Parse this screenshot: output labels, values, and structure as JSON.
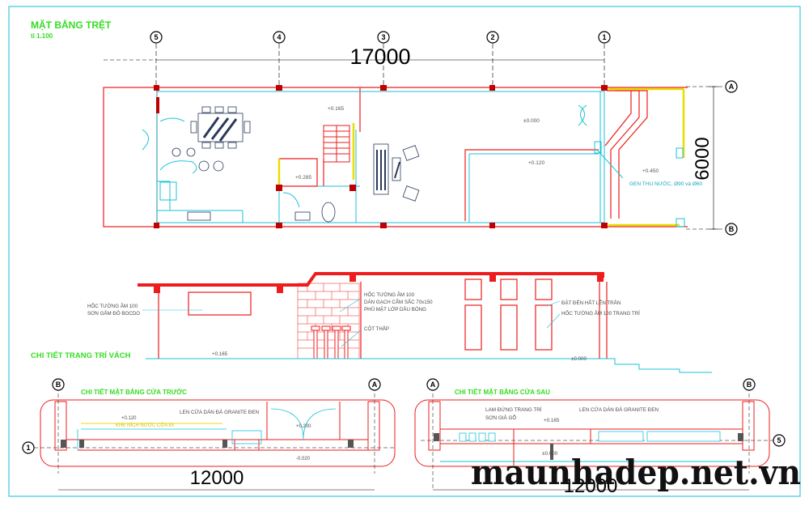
{
  "plan": {
    "title": "MẶT BẰNG TRỆT",
    "scale": "tỉ 1.100",
    "overall_length": "17000",
    "overall_width": "6000",
    "axes_numbers": [
      "5",
      "4",
      "3",
      "2",
      "1"
    ],
    "axes_letters": [
      "A",
      "B"
    ],
    "levels": [
      "+0.165",
      "±0.000",
      "+0.285",
      "+0.120",
      "+0.450"
    ],
    "note_drain": "GEN THU NƯỚC, Ø90 và Ø60"
  },
  "wall_detail": {
    "title": "CHI TIẾT TRANG TRÍ VÁCH",
    "note_niche_left": [
      "HỐC TƯỜNG ÂM 100",
      "SƠN GẤM ĐỎ BOCDO"
    ],
    "note_center": [
      "HỐC TƯỜNG ÂM 100",
      "DÁN GẠCH CẨM SẮC 70x150",
      "PHỦ MẶT LỚP DẦU BÓNG"
    ],
    "note_column": "CỘT THẤP",
    "note_light": "ĐẶT ĐÈN HẮT LÊN TRẦN",
    "note_niche_right": "HỐC TƯỜNG ÂM 100 TRANG TRÍ",
    "level_left": "+0.165",
    "level_right": "±0.000"
  },
  "front_door": {
    "title": "CHI TIẾT MẶT BẰNG CỬA TRƯỚC",
    "note_granite": "LEN CỬA DÁN ĐÁ GRANITE ĐEN",
    "note_yellow": "KHE NÍCH NƯỚC CỬA ĐI",
    "levels": [
      "+0.120",
      "+0.200",
      "-0.020"
    ],
    "dimension": "12000",
    "axes": [
      "B",
      "A",
      "1"
    ]
  },
  "back_door": {
    "title": "CHI TIẾT MẶT BẰNG CỬA SAU",
    "note_louver": [
      "LAM ĐỨNG TRANG TRÍ",
      "SƠN GIẢ GỖ"
    ],
    "note_granite": "LEN CỬA DÁN ĐÁ GRANITE ĐEN",
    "levels": [
      "+0.165",
      "±0.000"
    ],
    "dimension": "12000",
    "axes": [
      "A",
      "B",
      "5"
    ]
  },
  "watermark": "maunhadep.net.vn",
  "colors": {
    "wall_red": "#ee1c1c",
    "cyan": "#19c3da",
    "yellow": "#e8dd00",
    "green": "#33dd22",
    "frame": "#38c9e0"
  }
}
